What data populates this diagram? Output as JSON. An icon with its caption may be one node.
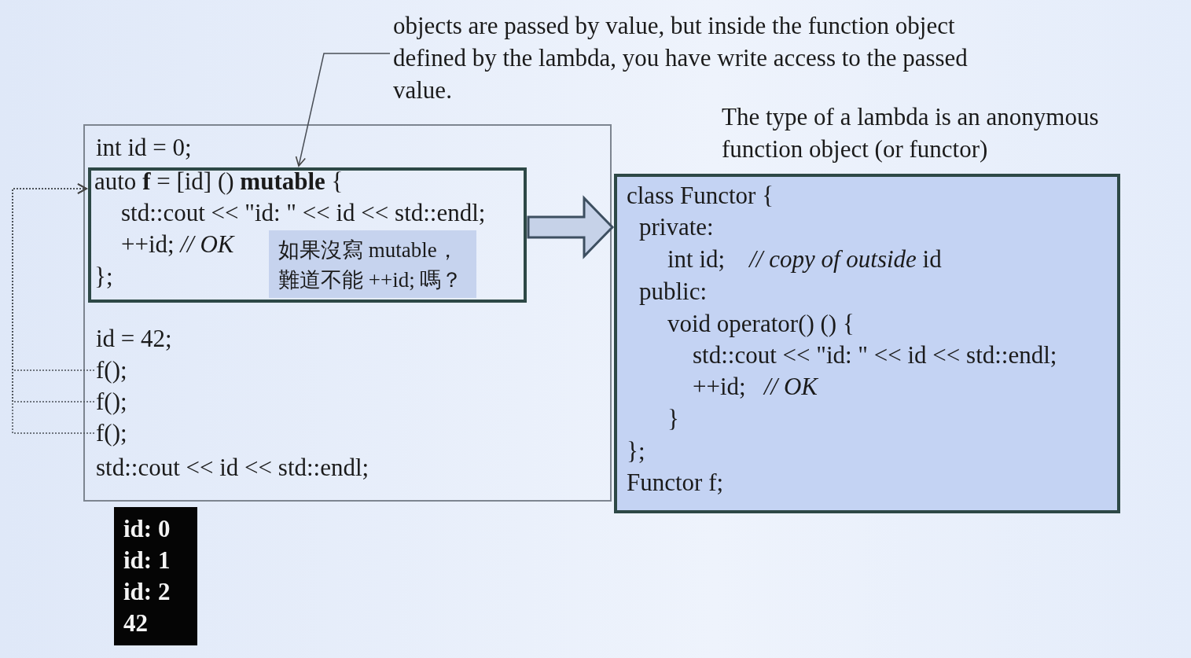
{
  "diagram": {
    "nodes": [
      {
        "text": [
          "int id = 0;",
          "id = 42;",
          "std::cout << id << std::endl;"
        ]
      },
      {
        "text": [
          "auto **f** = [id] () **mutable** {",
          "std::cout << \"id: \" << id << std::endl;",
          "++id; *// OK*",
          "};"
        ],
        "in": 0
      },
      {
        "text": [
          "如果沒寫 mutable，難道不能 ++id; 嗎？"
        ],
        "in": 1
      },
      {
        "text": [
          "f();"
        ],
        "in": 0
      },
      {
        "text": [
          "f();"
        ],
        "in": 0
      },
      {
        "text": [
          "f();"
        ],
        "in": 0
      },
      {
        "text": [
          "id: 0",
          "id: 1",
          "id: 2",
          "42"
        ]
      },
      {
        "text": [
          "class Functor {",
          "private:",
          "int id;    *// copy of outside* id",
          "public:",
          "void operator() () {",
          "std::cout << \"id: \" << id << std::endl;",
          "++id;   *// OK*",
          "}",
          "};",
          "Functor f;"
        ],
        "beside": [
          "The type of a lambda is an anonymous function object (or functor)"
        ]
      },
      {
        "text": [
          "objects are passed by value, but inside the function object defined by the lambda, you have write access to the passed value."
        ]
      }
    ],
    "edges": [
      {
        "from": 8,
        "to": 1,
        "arrow": "to"
      },
      {
        "from": 1,
        "to": 7,
        "arrow": "to",
        "style": "thick"
      },
      {
        "from": 3,
        "to": 1,
        "arrow": "to",
        "style": "dashed"
      },
      {
        "from": 4,
        "to": 1,
        "arrow": "to",
        "style": "dashed"
      },
      {
        "from": 5,
        "to": 1,
        "arrow": "to",
        "style": "dashed"
      }
    ]
  }
}
